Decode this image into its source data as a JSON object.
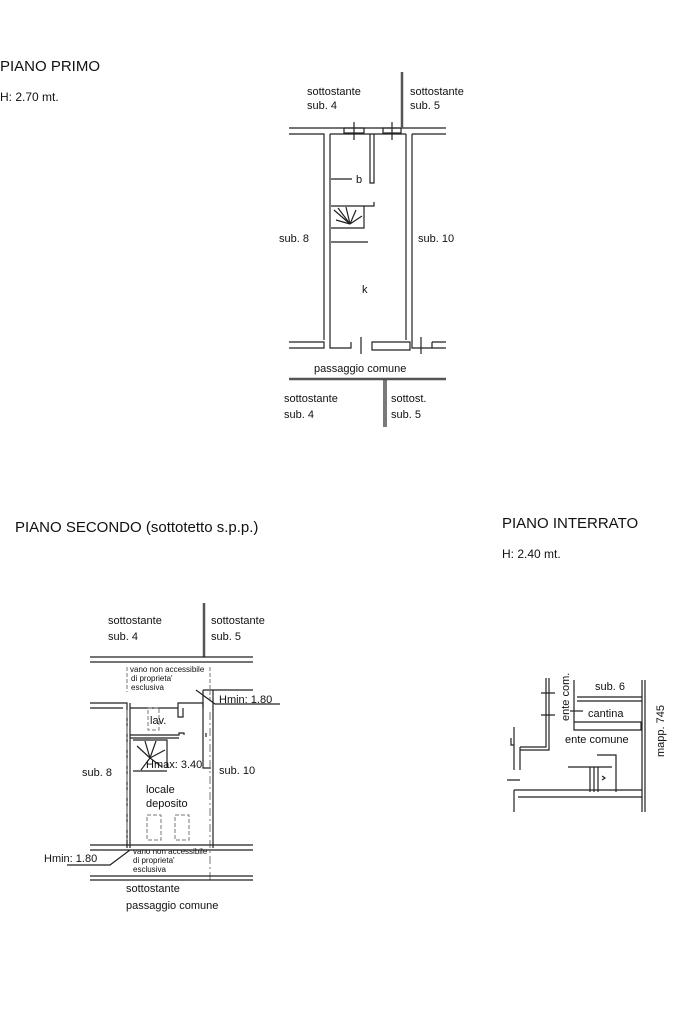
{
  "piano_primo": {
    "title": "PIANO PRIMO",
    "height": "H: 2.70 mt.",
    "labels": {
      "top_left_1": "sottostante",
      "top_left_2": "sub. 4",
      "top_right_1": "sottostante",
      "top_right_2": "sub. 5",
      "left": "sub. 8",
      "right": "sub. 10",
      "bath": "b",
      "kitchen": "k",
      "passage": "passaggio comune",
      "bottom_left_1": "sottostante",
      "bottom_left_2": "sub. 4",
      "bottom_right_1": "sottost.",
      "bottom_right_2": "sub. 5"
    }
  },
  "piano_secondo": {
    "title": "PIANO SECONDO (sottotetto s.p.p.)",
    "labels": {
      "top_left_1": "sottostante",
      "top_left_2": "sub. 4",
      "top_right_1": "sottostante",
      "top_right_2": "sub. 5",
      "vano_top_1": "vano non accessibile",
      "vano_top_2": "di proprieta'",
      "vano_top_3": "esclusiva",
      "hmin_top": "Hmin: 1.80",
      "lav": "lav.",
      "hmax": "Hmax: 3.40",
      "left": "sub. 8",
      "right": "sub. 10",
      "room_1": "locale",
      "room_2": "deposito",
      "hmin_bottom": "Hmin: 1.80",
      "vano_bottom_1": "vano non accessibile",
      "vano_bottom_2": "di proprieta'",
      "vano_bottom_3": "esclusiva",
      "bottom_1": "sottostante",
      "bottom_2": "passaggio comune"
    }
  },
  "piano_interrato": {
    "title": "PIANO INTERRATO",
    "height": "H: 2.40 mt.",
    "labels": {
      "ente_com": "ente com.",
      "sub6": "sub. 6",
      "cantina": "cantina",
      "ente_comune": "ente comune",
      "mapp": "mapp. 745"
    }
  }
}
